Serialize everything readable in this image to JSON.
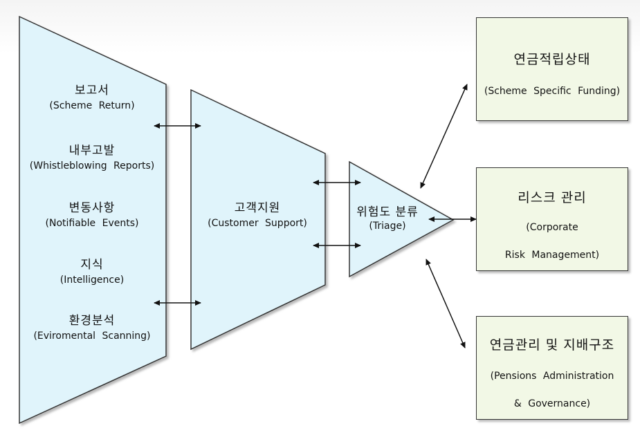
{
  "left_panel": {
    "items": [
      {
        "ko": "보고서",
        "en": "(Scheme Return)"
      },
      {
        "ko": "내부고발",
        "en": "(Whistleblowing Reports)"
      },
      {
        "ko": "변동사항",
        "en": "(Notifiable Events)"
      },
      {
        "ko": "지식",
        "en": "(Intelligence)"
      },
      {
        "ko": "환경분석",
        "en": "(Eviromental Scanning)"
      }
    ]
  },
  "middle_panel": {
    "ko": "고객지원",
    "en": "(Customer Support)"
  },
  "triage": {
    "ko": "위험도 분류",
    "en": "(Triage)"
  },
  "boxes": [
    {
      "ko": "연금적립상태",
      "en_lines": [
        "(Scheme Specific Funding)"
      ]
    },
    {
      "ko": "리스크 관리",
      "en_lines": [
        "(Corporate",
        "Risk Management)"
      ]
    },
    {
      "ko": "연금관리 및 지배구조",
      "en_lines": [
        "(Pensions Administration",
        "& Governance)"
      ]
    }
  ],
  "colors": {
    "shape_fill": "#e0f4fb",
    "box_fill": "#f2f8e6",
    "stroke": "#333333"
  }
}
